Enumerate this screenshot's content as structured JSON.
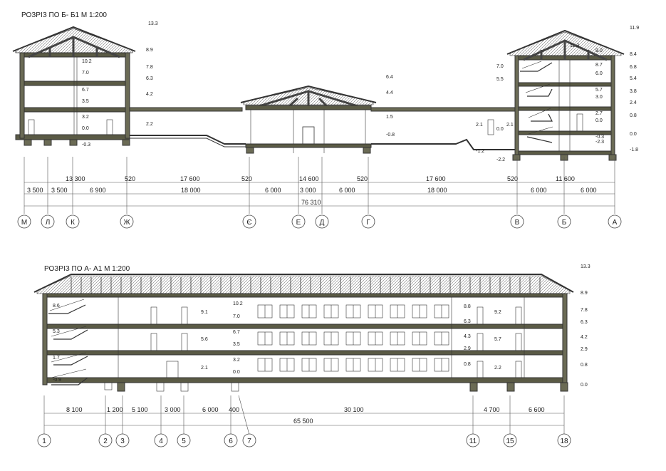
{
  "section_bb": {
    "title": "РОЗРІЗ ПО Б- Б1  М 1:200",
    "levels_left": [
      "13.3",
      "8.9",
      "10.2",
      "7.8",
      "7.0",
      "6.3",
      "6.7",
      "4.2",
      "3.5",
      "3.2",
      "2.2",
      "0.0",
      "-0.3"
    ],
    "levels_mid": [
      "6.4",
      "4.4",
      "1.5",
      "-0.8"
    ],
    "levels_right": [
      "11.9",
      "11.3",
      "9.0",
      "8.4",
      "8.7",
      "6.8",
      "7.0",
      "5.5",
      "6.0",
      "5.4",
      "5.7",
      "3.8",
      "3.0",
      "2.4",
      "2.7",
      "0.8",
      "2.1",
      "2.1",
      "0.0",
      "0.0",
      "-0.3",
      "0.0",
      "-2.3",
      "-1.2",
      "-2.2",
      "-1.8"
    ],
    "dims_row1": [
      "13 300",
      "520",
      "17 600",
      "520",
      "14 600",
      "520",
      "17 600",
      "520",
      "11 600"
    ],
    "dims_row2": [
      "3 500",
      "3 500",
      "6 900",
      "18 000",
      "6 000",
      "3 000",
      "6 000",
      "18 000",
      "6 000",
      "6 000"
    ],
    "total": "76 310",
    "axes": [
      "М",
      "Л",
      "К",
      "Ж",
      "Є",
      "Е",
      "Д",
      "Г",
      "В",
      "Б",
      "А"
    ]
  },
  "section_aa": {
    "title": "РОЗРІЗ ПО А- А1  М 1:200",
    "levels_left": [
      "8.6",
      "5.3",
      "1.7",
      "-0.9"
    ],
    "levels_mid": [
      "9.1",
      "10.2",
      "7.0",
      "5.6",
      "6.7",
      "3.5",
      "2.1",
      "3.2",
      "0.0"
    ],
    "levels_right": [
      "8.8",
      "6.3",
      "9.2",
      "4.3",
      "5.7",
      "2.9",
      "0.8",
      "2.2"
    ],
    "levels_far": [
      "13.3",
      "8.9",
      "7.8",
      "6.3",
      "4.2",
      "2.9",
      "0.8",
      "0.0"
    ],
    "dims_row1": [
      "8 100",
      "1 200",
      "5 100",
      "3 000",
      "6 000",
      "400",
      "30 100",
      "4 700",
      "6 600"
    ],
    "total": "65 500",
    "axes": [
      "1",
      "2",
      "3",
      "4",
      "5",
      "6",
      "7",
      "11",
      "15",
      "18"
    ]
  }
}
